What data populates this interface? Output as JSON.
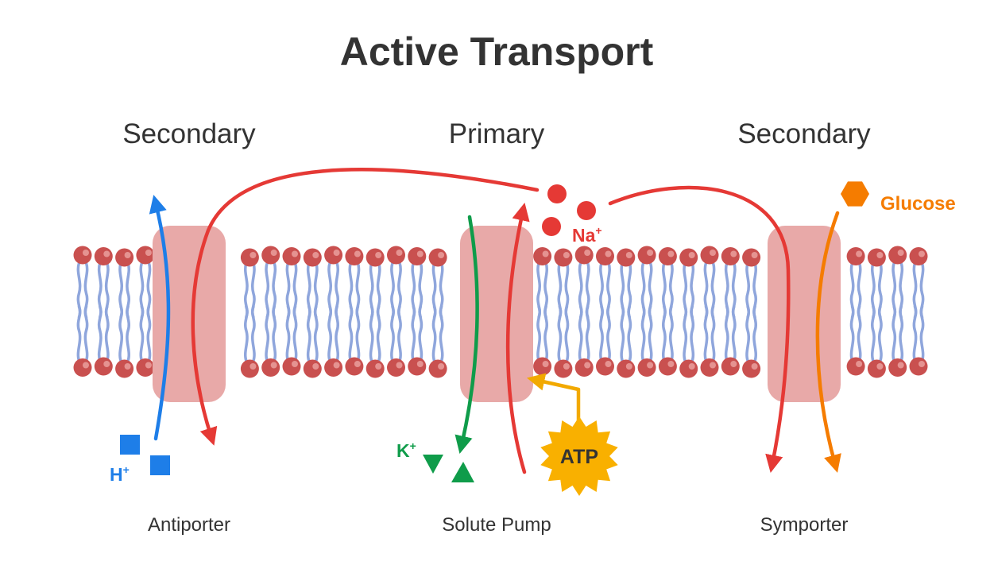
{
  "title": "Active Transport",
  "sections": {
    "left": "Secondary",
    "center": "Primary",
    "right": "Secondary"
  },
  "proteins": {
    "left": "Antiporter",
    "center": "Solute Pump",
    "right": "Symporter"
  },
  "ions": {
    "hydrogen": {
      "base": "H",
      "charge": "+"
    },
    "sodium": {
      "base": "Na",
      "charge": "+"
    },
    "potassium": {
      "base": "K",
      "charge": "+"
    }
  },
  "molecules": {
    "glucose": "Glucose",
    "atp": "ATP"
  },
  "colors": {
    "title": "#333333",
    "protein": "#e8a9a8",
    "lipid_head": "#c9504f",
    "lipid_tail": "#8fa6dc",
    "sodium": "#e53935",
    "hydrogen": "#1e7ee8",
    "potassium": "#0f9c4a",
    "glucose": "#f57c00",
    "atp": "#f9b000",
    "atp_arrow": "#f2a900"
  }
}
